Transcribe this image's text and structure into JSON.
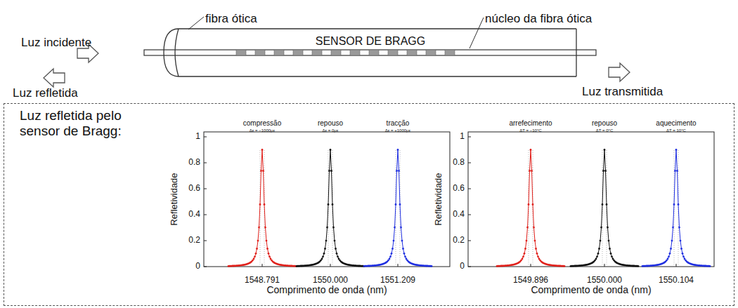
{
  "diagram": {
    "nodes": [
      {
        "text": [
          "SENSOR DE BRAGG"
        ]
      },
      {
        "text": [
          "Luz refletida pelo sensor de Bragg:"
        ]
      }
    ],
    "labels": [
      "fibra ótica",
      "núcleo da fibra ótica",
      "Luz incidente",
      "Luz refletida",
      "Luz transmitida",
      "compressão",
      "Δε = −1000με",
      "repouso",
      "Δε = 0με",
      "tracção",
      "Δε = +1000με",
      "1",
      "0.8",
      "0.6",
      "0.4",
      "0.2",
      "0",
      "1548.791",
      "1550.000",
      "1551.209",
      "Refletividade",
      "Comprimento de onda (nm)",
      "arrefecimento",
      "ΔT = −10°C",
      "repouso",
      "ΔT = 0°C",
      "aquecimento",
      "ΔT = 10°C",
      "1",
      "0.8",
      "0.6",
      "0.4",
      "0.2",
      "0",
      "1549.896",
      "1550.000",
      "1550.104",
      "Refletividade",
      "Comprimento de onda (nm)"
    ]
  }
}
